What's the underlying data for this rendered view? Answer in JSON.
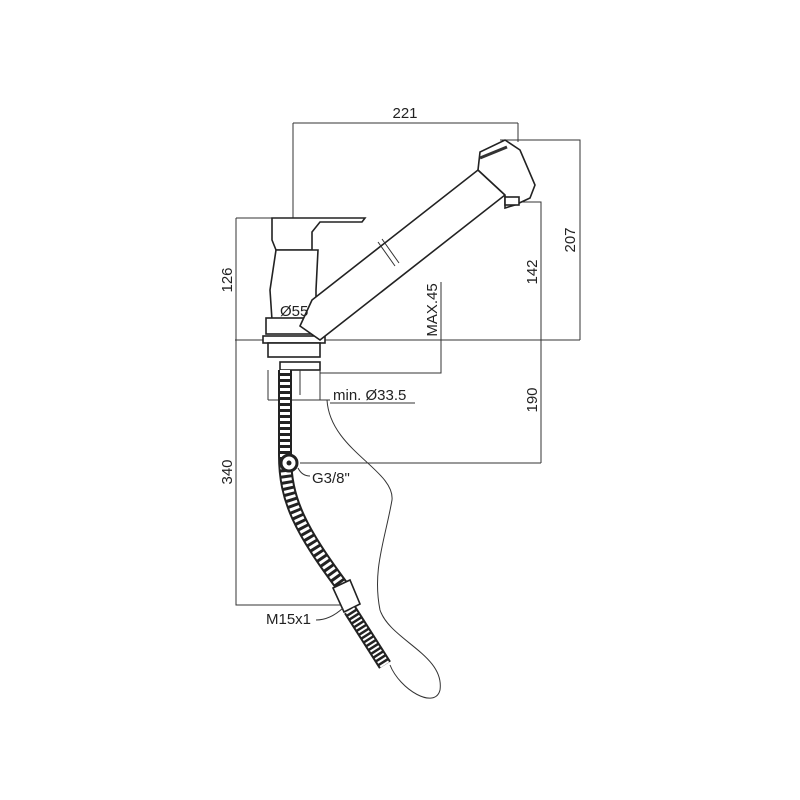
{
  "drawing": {
    "dimensions": {
      "width_total": "221",
      "height_total": "207",
      "spout_height": "142",
      "body_height": "126",
      "max_deck_thickness": "MAX.45",
      "under_deck": "190",
      "hose_length": "340",
      "body_diameter": "Ø55",
      "hole_diameter": "min. Ø33.5",
      "inlet_thread": "G3/8\"",
      "hose_thread": "M15x1"
    }
  }
}
